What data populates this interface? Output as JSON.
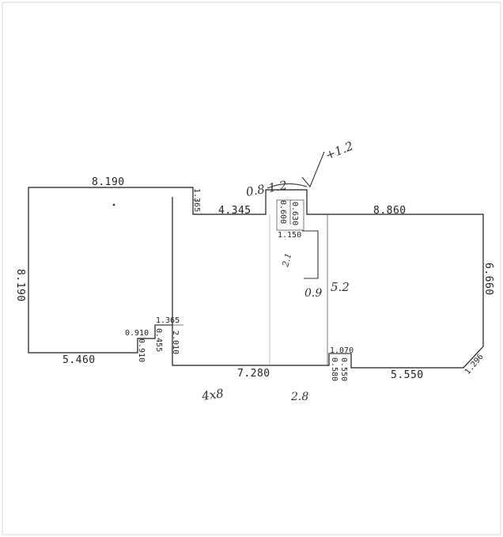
{
  "dimensions": {
    "top_left": "8.190",
    "left_side": "8.190",
    "bottom_left": "5.460",
    "step_a": "0.910",
    "step_b": "0.910",
    "step_c": "0.455",
    "step_d": "1.365",
    "step_e": "2.010",
    "notch_top": "1.365",
    "mid_top": "4.345",
    "bay_a": "0.630",
    "bay_b": "0.600",
    "bay_c": "1.150",
    "right_top": "8.860",
    "right_side": "6.660",
    "corner": "1.296",
    "bottom_mid": "7.280",
    "step_f": "1.070",
    "step_g": "0.550",
    "step_h": "0.580",
    "bottom_right": "5.550"
  },
  "annotations": {
    "top_scribble": "0.8 1.2",
    "check_note": "+1.2",
    "side_note": "2.1",
    "mid_note": "0.9",
    "right_note": "5.2",
    "bottom_left_note": "4x8",
    "bottom_mid_note": "2.8"
  }
}
